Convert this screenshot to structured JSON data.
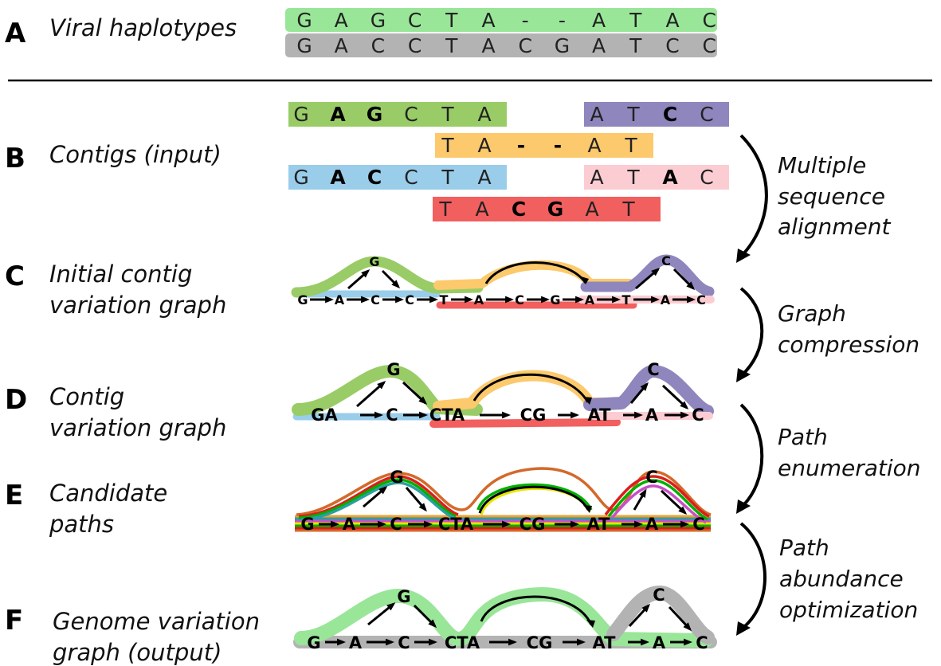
{
  "panels": [
    {
      "letter": "A",
      "text": [
        "Viral haplotypes"
      ]
    },
    {
      "letter": "B",
      "text": [
        "Contigs (input)"
      ]
    },
    {
      "letter": "C",
      "text": [
        "Initial contig",
        "variation graph"
      ]
    },
    {
      "letter": "D",
      "text": [
        "Contig",
        "variation graph"
      ]
    },
    {
      "letter": "E",
      "text": [
        "Candidate",
        "paths"
      ]
    },
    {
      "letter": "F",
      "text": [
        "Genome variation",
        "graph (output)"
      ]
    }
  ],
  "haplotypes": [
    {
      "color": "#99e699",
      "seq": [
        "G",
        "A",
        "G",
        "C",
        "T",
        "A",
        "-",
        "-",
        "A",
        "T",
        "A",
        "C"
      ]
    },
    {
      "color": "#b3b3b3",
      "seq": [
        "G",
        "A",
        "C",
        "C",
        "T",
        "A",
        "C",
        "G",
        "A",
        "T",
        "C",
        "C"
      ]
    }
  ],
  "contigs": [
    {
      "color": "#99cc66",
      "seq": [
        "G",
        "A",
        "G",
        "C",
        "T",
        "A"
      ],
      "bold": [
        1,
        2
      ]
    },
    {
      "color": "#8f86bd",
      "seq": [
        "A",
        "T",
        "C",
        "C"
      ],
      "bold": [
        2
      ]
    },
    {
      "color": "#fcc96c",
      "seq": [
        "T",
        "A",
        "-",
        "-",
        "A",
        "T"
      ],
      "bold": [
        2,
        3
      ]
    },
    {
      "color": "#99cdea",
      "seq": [
        "G",
        "A",
        "C",
        "C",
        "T",
        "A"
      ],
      "bold": [
        1,
        2
      ]
    },
    {
      "color": "#fbcdd3",
      "seq": [
        "A",
        "T",
        "A",
        "C"
      ],
      "bold": [
        2
      ]
    },
    {
      "color": "#f25f5f",
      "seq": [
        "T",
        "A",
        "C",
        "G",
        "A",
        "T"
      ],
      "bold": [
        2,
        3
      ]
    }
  ],
  "graph_c": {
    "nodes": [
      "G",
      "A",
      "C",
      "C",
      "T",
      "A",
      "C",
      "G",
      "A",
      "T",
      "A",
      "C"
    ],
    "bubble1": "G",
    "bubble2": "C"
  },
  "graph_d": {
    "nodes": [
      "GA",
      "C",
      "CTA",
      "CG",
      "AT",
      "A",
      "C"
    ],
    "bubble1": "G",
    "bubble2": "C"
  },
  "graph_e": {
    "nodes": [
      "G",
      "A",
      "C",
      "CTA",
      "CG",
      "AT",
      "A",
      "C"
    ],
    "bubble1": "G",
    "bubble2": "C",
    "path_colors": [
      "#d3692a",
      "#dd1c1c",
      "#00b000",
      "#e6e600",
      "#c84fc8",
      "#2a9fa0",
      "#f0a030"
    ]
  },
  "graph_f": {
    "nodes": [
      "G",
      "A",
      "C",
      "CTA",
      "CG",
      "AT",
      "A",
      "C"
    ],
    "bubble1": "G",
    "bubble2": "C"
  },
  "steps": [
    [
      "Multiple",
      "sequence",
      "alignment"
    ],
    [
      "Graph",
      "compression"
    ],
    [
      "Path",
      "enumeration"
    ],
    [
      "Path",
      "abundance",
      "optimization"
    ]
  ]
}
